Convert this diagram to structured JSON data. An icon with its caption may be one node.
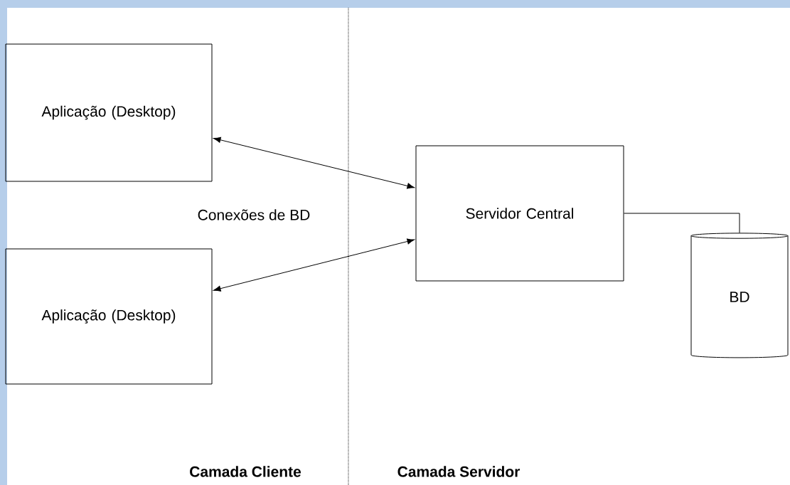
{
  "diagram": {
    "nodes": [
      {
        "text": [
          "Aplicação (Desktop)"
        ]
      },
      {
        "text": [
          "Aplicação (Desktop)"
        ]
      },
      {
        "text": [
          "Servidor Central"
        ]
      },
      {
        "text": [
          "BD"
        ]
      }
    ],
    "edges": [
      {
        "from": 0,
        "to": 2,
        "arrow": "both"
      },
      {
        "from": 1,
        "to": 2,
        "arrow": "both"
      },
      {
        "from": 2,
        "to": 3,
        "arrow": "none"
      }
    ],
    "labels": [
      "Conexões de BD",
      "**Camada Cliente**",
      "**Camada Servidor**"
    ]
  }
}
